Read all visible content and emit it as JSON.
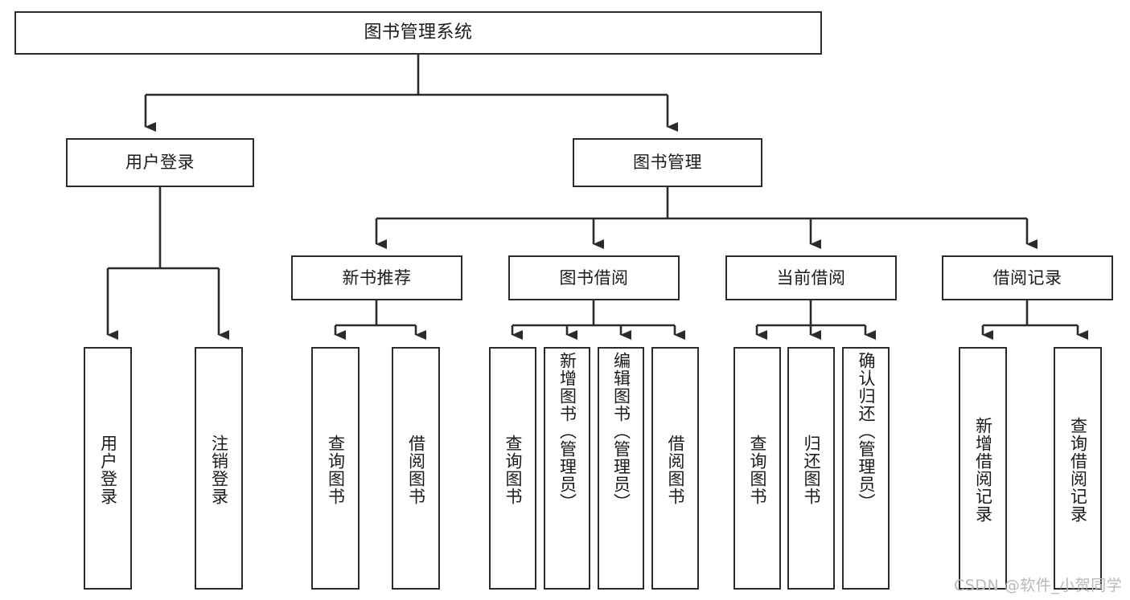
{
  "diagram": {
    "type": "tree-hierarchy-chart",
    "title": "图书管理系统",
    "colors": {
      "box_border": "#2b2b2b",
      "box_fill": "#ffffff",
      "connector": "#2b2b2b",
      "text": "#1a1a1a",
      "watermark": "#b9b9b9"
    },
    "root": {
      "label": "图书管理系统"
    },
    "level2": [
      {
        "label": "用户登录"
      },
      {
        "label": "图书管理"
      }
    ],
    "level3": [
      {
        "label": "新书推荐"
      },
      {
        "label": "图书借阅"
      },
      {
        "label": "当前借阅"
      },
      {
        "label": "借阅记录"
      }
    ],
    "leaves": {
      "user_login": [
        {
          "label": "用户登录"
        },
        {
          "label": "注销登录"
        }
      ],
      "new_book_recommend": [
        {
          "label": "查询图书"
        },
        {
          "label": "借阅图书"
        }
      ],
      "book_borrow": [
        {
          "label": "查询图书"
        },
        {
          "label": "新增图书（管理员）"
        },
        {
          "label": "编辑图书（管理员）"
        },
        {
          "label": "借阅图书"
        }
      ],
      "current_borrow": [
        {
          "label": "查询图书"
        },
        {
          "label": "归还图书"
        },
        {
          "label": "确认归还（管理员）"
        }
      ],
      "borrow_record": [
        {
          "label": "新增借阅记录"
        },
        {
          "label": "查询借阅记录"
        }
      ]
    }
  },
  "watermark": {
    "text": "CSDN @软件_小贺同学"
  }
}
